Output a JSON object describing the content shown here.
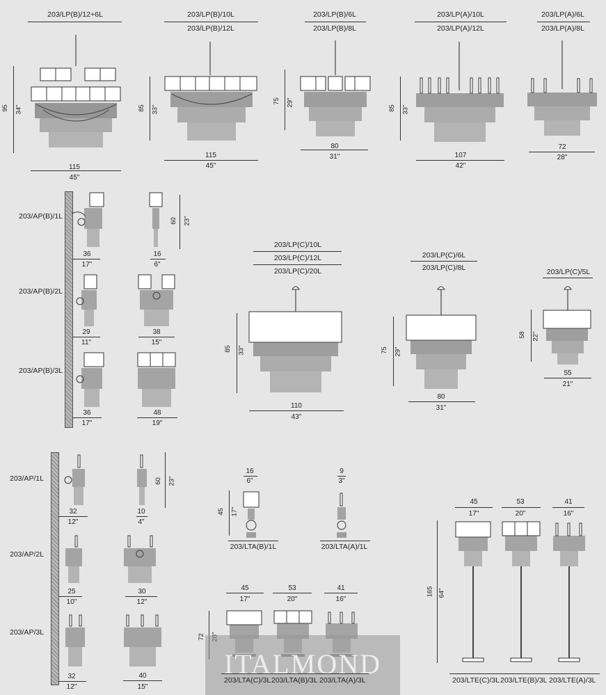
{
  "top_row": [
    {
      "codes": [
        "203/LP(B)/12+6L"
      ],
      "height_cm": "95",
      "height_in": "34\"",
      "width_cm": "115",
      "width_in": "45\""
    },
    {
      "codes": [
        "203/LP(B)/10L",
        "203/LP(B)/12L"
      ],
      "height_cm": "85",
      "height_in": "33\"",
      "width_cm": "115",
      "width_in": "45\""
    },
    {
      "codes": [
        "203/LP(B)/6L",
        "203/LP(B)/8L"
      ],
      "height_cm": "75",
      "height_in": "29\"",
      "width_cm": "80",
      "width_in": "31\""
    },
    {
      "codes": [
        "203/LP(A)/10L",
        "203/LP(A)/12L"
      ],
      "height_cm": "85",
      "height_in": "33\"",
      "width_cm": "107",
      "width_in": "42\""
    },
    {
      "codes": [
        "203/LP(A)/6L",
        "203/LP(A)/8L"
      ],
      "width_cm": "72",
      "width_in": "28\""
    }
  ],
  "wall_b": {
    "rows": [
      {
        "code": "203/AP(B)/1L",
        "side_cm": "36",
        "side_in": "17\"",
        "front_cm": "16",
        "front_in": "6\""
      },
      {
        "code": "203/AP(B)/2L",
        "side_cm": "29",
        "side_in": "11\"",
        "front_cm": "38",
        "front_in": "15\""
      },
      {
        "code": "203/AP(B)/3L",
        "side_cm": "36",
        "side_in": "17\"",
        "front_cm": "48",
        "front_in": "19\""
      }
    ],
    "height_cm": "60",
    "height_in": "23\""
  },
  "mid_row": [
    {
      "codes": [
        "203/LP(C)/10L",
        "203/LP(C)/12L",
        "203/LP(C)/20L"
      ],
      "height_cm": "85",
      "height_in": "33\"",
      "width_cm": "110",
      "width_in": "43\""
    },
    {
      "codes": [
        "203/LP(C)/6L",
        "203/LP(C)/8L"
      ],
      "height_cm": "75",
      "height_in": "29\"",
      "width_cm": "80",
      "width_in": "31\""
    },
    {
      "codes": [
        "203/LP(C)/5L"
      ],
      "height_cm": "58",
      "height_in": "22\"",
      "width_cm": "55",
      "width_in": "21\""
    }
  ],
  "wall_a": {
    "rows": [
      {
        "code": "203/AP/1L",
        "side_cm": "32",
        "side_in": "12\"",
        "front_cm": "10",
        "front_in": "4\""
      },
      {
        "code": "203/AP/2L",
        "side_cm": "25",
        "side_in": "10\"",
        "front_cm": "30",
        "front_in": "12\""
      },
      {
        "code": "203/AP/3L",
        "side_cm": "32",
        "side_in": "12\"",
        "front_cm": "40",
        "front_in": "15\""
      }
    ],
    "height_cm": "60",
    "height_in": "23\""
  },
  "table_lamps_1l": [
    {
      "code": "203/LTA(B)/1L",
      "width_cm": "16",
      "width_in": "6\"",
      "height_cm": "45",
      "height_in": "17\""
    },
    {
      "code": "203/LTA(A)/1L",
      "width_cm": "9",
      "width_in": "3\""
    }
  ],
  "table_lamps_3l": {
    "items": [
      {
        "code": "203/LTA(C)/3L",
        "width_cm": "45",
        "width_in": "17\""
      },
      {
        "code": "203/LTA(B)/3L",
        "width_cm": "53",
        "width_in": "20\""
      },
      {
        "code": "203/LTA(A)/3L",
        "width_cm": "41",
        "width_in": "16\""
      }
    ],
    "height_cm": "72",
    "height_in": "28\""
  },
  "floor_lamps": {
    "items": [
      {
        "code": "203/LTE(C)/3L",
        "width_cm": "45",
        "width_in": "17\""
      },
      {
        "code": "203/LTE(B)/3L",
        "width_cm": "53",
        "width_in": "20\""
      },
      {
        "code": "203/LTE(A)/3L",
        "width_cm": "41",
        "width_in": "16\""
      }
    ],
    "height_cm": "165",
    "height_in": "64\""
  },
  "watermark": "ITALMOND"
}
